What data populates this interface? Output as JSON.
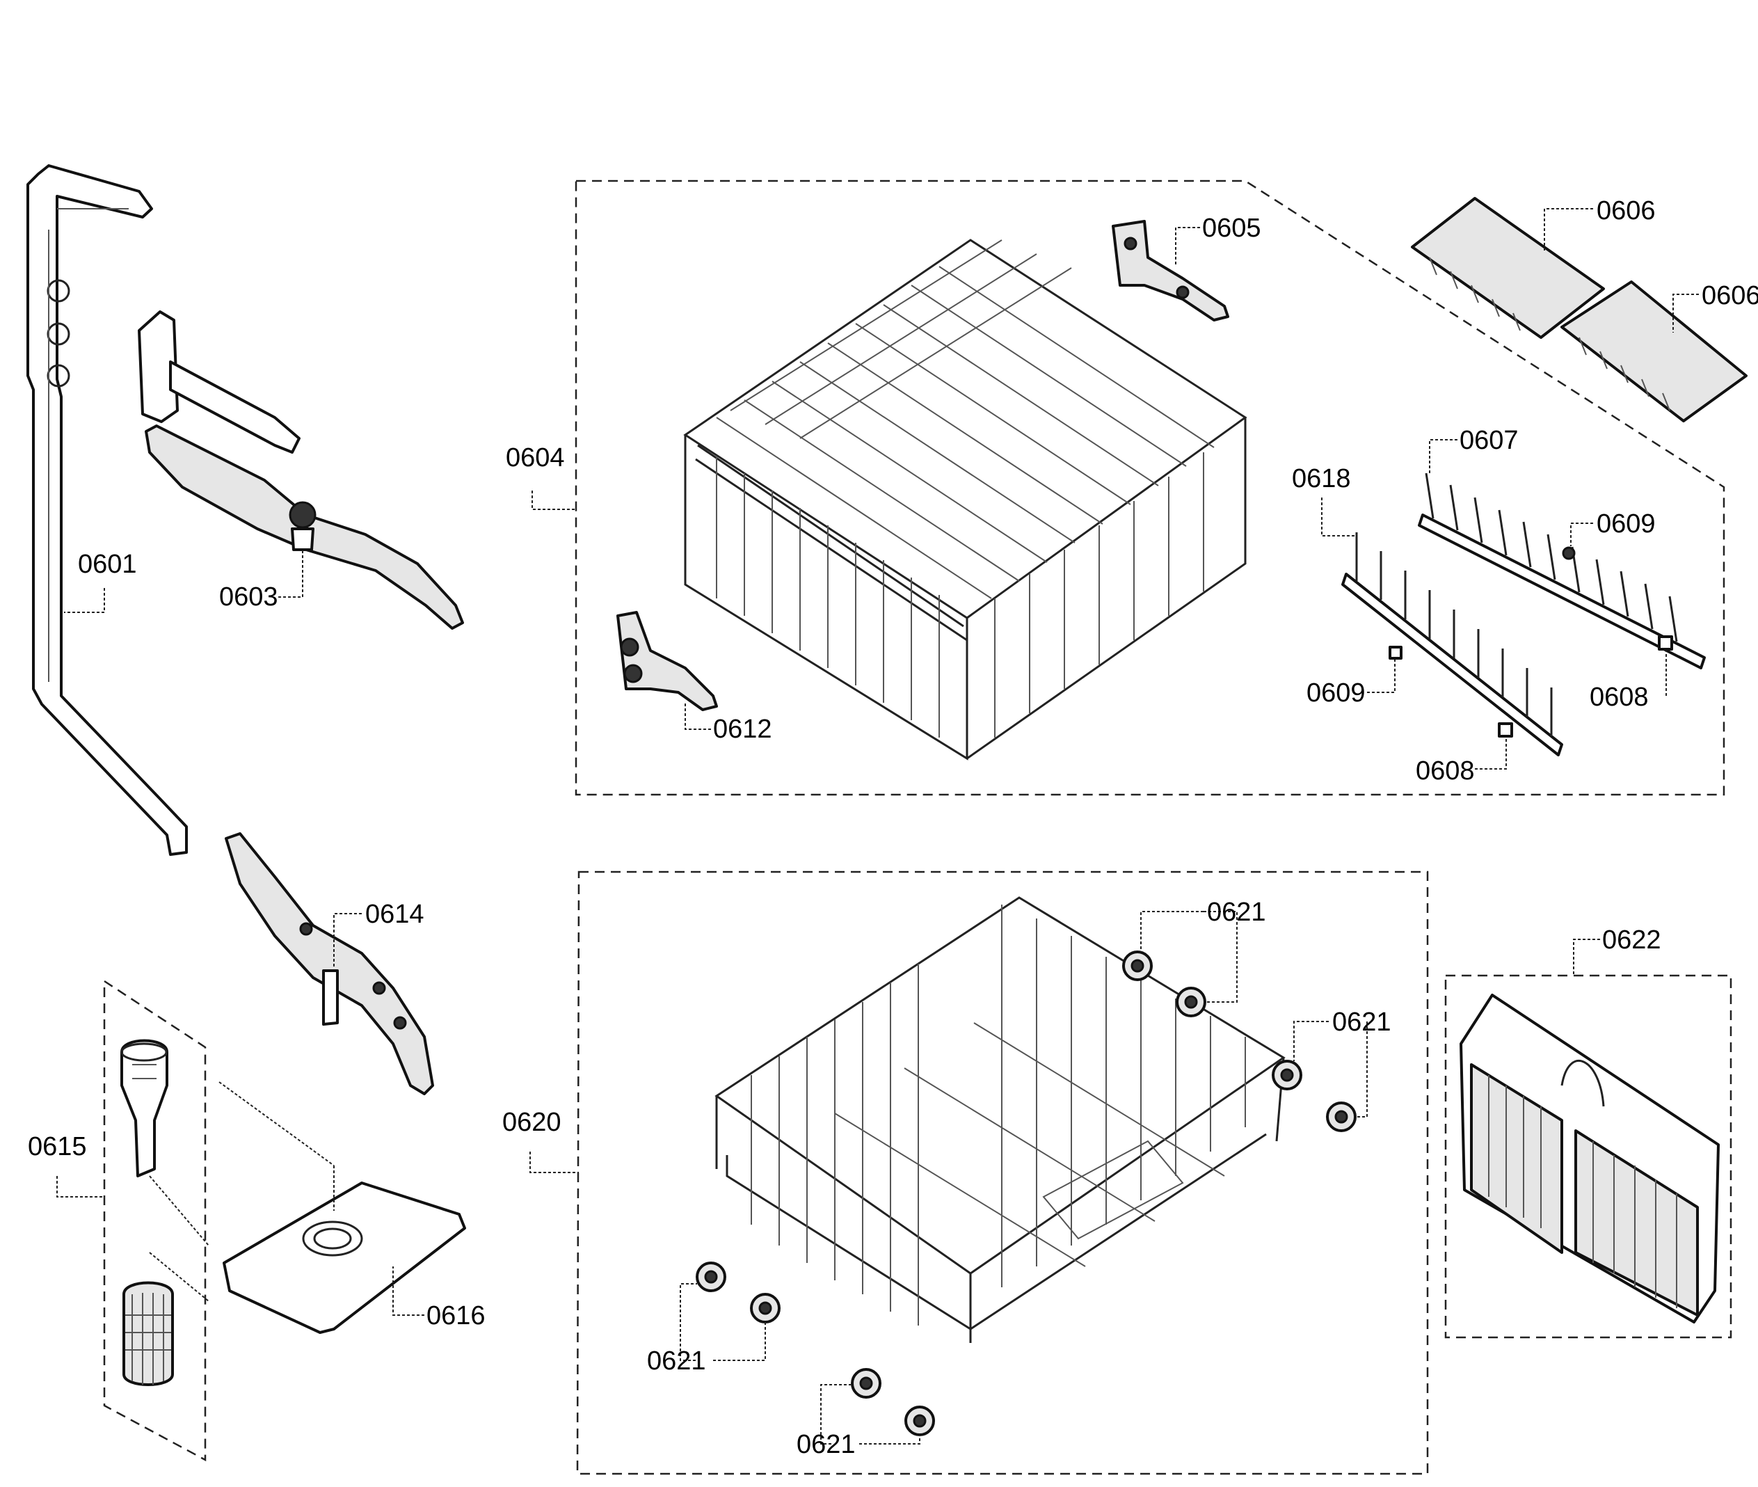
{
  "diagram": {
    "labels": {
      "p0601": "0601",
      "p0603": "0603",
      "p0604": "0604",
      "p0605": "0605",
      "p0606a": "0606",
      "p0606b": "0606",
      "p0607": "0607",
      "p0608a": "0608",
      "p0608b": "0608",
      "p0609a": "0609",
      "p0609b": "0609",
      "p0612": "0612",
      "p0614": "0614",
      "p0615": "0615",
      "p0616": "0616",
      "p0618": "0618",
      "p0620": "0620",
      "p0621a": "0621",
      "p0621b": "0621",
      "p0621c": "0621",
      "p0621d": "0621",
      "p0622": "0622"
    }
  }
}
